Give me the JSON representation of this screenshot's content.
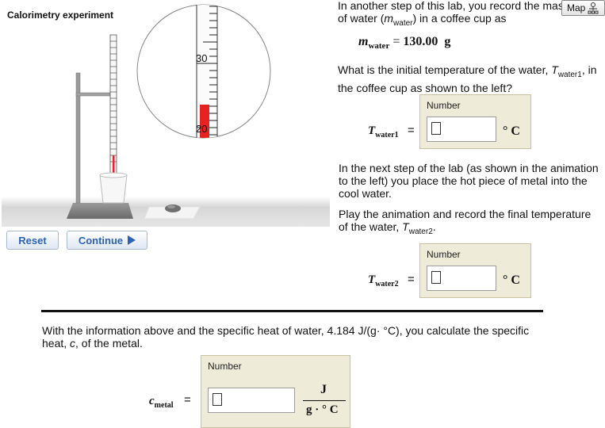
{
  "simulation": {
    "title": "Calorimetry experiment",
    "thermometer_labels": [
      "30",
      "20"
    ],
    "reset_label": "Reset",
    "continue_label": "Continue"
  },
  "map_button": {
    "label": "Map"
  },
  "intro": {
    "text_before": "In another step of this lab, you record the mass of water (",
    "m_symbol": "m",
    "m_sub": "water",
    "text_after": ") in a coffee cup as"
  },
  "mwater_equation": {
    "symbol": "m",
    "sub": "water",
    "equals": "=",
    "value": "130.00",
    "unit": "g"
  },
  "question1": {
    "text_before": "What is the initial temperature of the water, ",
    "symbol": "T",
    "sub": "water1",
    "text_after": ", in the coffee cup as shown to the left?"
  },
  "answer1": {
    "label": "Number",
    "symbol": "T",
    "sub": "water1",
    "equals": "=",
    "value": "",
    "unit": "° C"
  },
  "paragraph2": "In the next step of the lab (as shown in the animation to the left) you place the hot piece of metal into the cool water.",
  "paragraph3": {
    "text_before": "Play the animation and record the final temperature of the water, ",
    "symbol": "T",
    "sub": "water2",
    "text_after": "."
  },
  "answer2": {
    "label": "Number",
    "symbol": "T",
    "sub": "water2",
    "equals": "=",
    "value": "",
    "unit": "° C"
  },
  "paragraph4": {
    "text_before": "With the information above and the specific heat of water, 4.184 J/(g· °C), you calculate the specific heat, ",
    "symbol": "c",
    "text_after": ", of the metal."
  },
  "answer3": {
    "label": "Number",
    "symbol": "c",
    "sub": "metal",
    "equals": "=",
    "value": "",
    "unit_numerator": "J",
    "unit_denominator": "g · ° C"
  },
  "colors": {
    "mercury": "#e8221f",
    "button_text": "#2b63b5",
    "panel_bg": "#eeebd9"
  }
}
